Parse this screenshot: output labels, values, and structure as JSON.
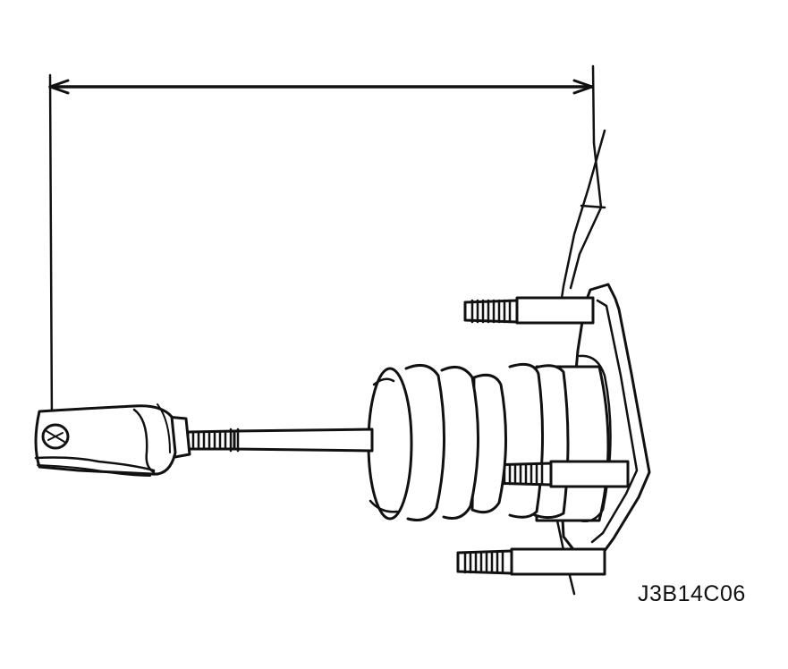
{
  "figure": {
    "reference_code": "J3B14C06",
    "subject": "brake-master-cylinder-pushrod-assembly",
    "measurement": "pushrod-clevis-to-mounting-flange-length",
    "ink_color": "#111111",
    "paper_color": "#ffffff"
  }
}
